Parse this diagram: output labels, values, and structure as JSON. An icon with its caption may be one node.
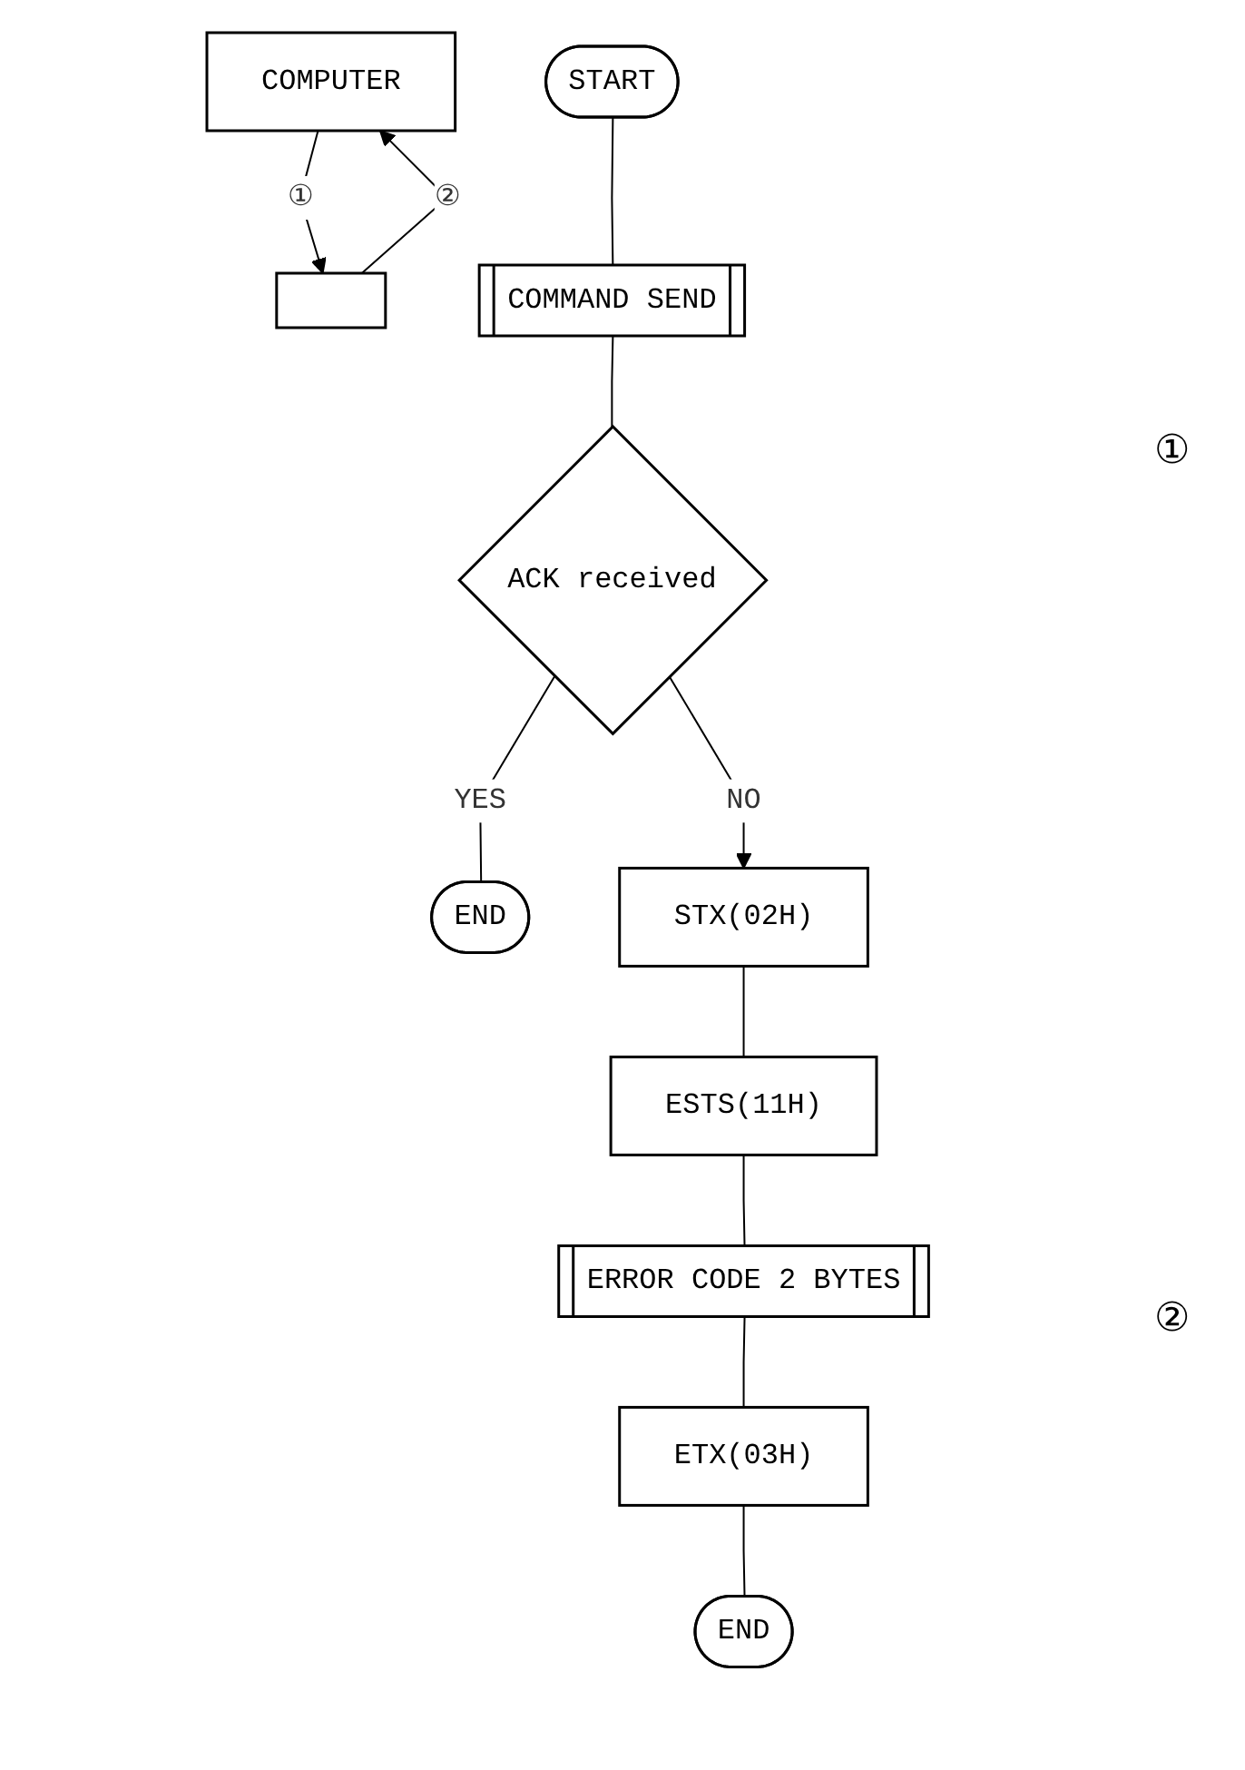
{
  "diagram": {
    "nodes": [
      {
        "text": [
          "COMPUTER"
        ]
      },
      {
        "text": [],
        "shape": "box"
      },
      {
        "text": [
          "START"
        ]
      },
      {
        "text": [
          "COMMAND SEND"
        ]
      },
      {
        "text": [
          "ACK received"
        ]
      },
      {
        "text": [
          "END"
        ]
      },
      {
        "text": [
          "STX(02H)"
        ]
      },
      {
        "text": [
          "ESTS(11H)"
        ]
      },
      {
        "text": [
          "ERROR CODE 2 BYTES"
        ]
      },
      {
        "text": [
          "ETX(03H)"
        ]
      },
      {
        "text": [
          "END"
        ]
      }
    ],
    "edges": [
      {
        "from": 0,
        "to": 1,
        "arrow": "to",
        "label": "①"
      },
      {
        "from": 1,
        "to": 0,
        "arrow": "to",
        "label": "②"
      },
      {
        "from": 2,
        "to": 3,
        "arrow": "none"
      },
      {
        "from": 3,
        "to": 4,
        "arrow": "none"
      },
      {
        "from": 4,
        "to": 5,
        "arrow": "none",
        "label": "YES"
      },
      {
        "from": 4,
        "to": 6,
        "arrow": "to",
        "label": "NO"
      },
      {
        "from": 6,
        "to": 7,
        "arrow": "none"
      },
      {
        "from": 7,
        "to": 8,
        "arrow": "none"
      },
      {
        "from": 8,
        "to": 9,
        "arrow": "none"
      },
      {
        "from": 9,
        "to": 10,
        "arrow": "none"
      }
    ],
    "labels": [
      "①",
      "②"
    ]
  }
}
